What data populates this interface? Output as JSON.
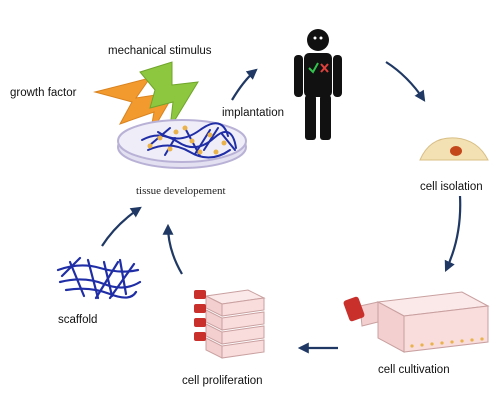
{
  "labels": {
    "mechanical_stimulus": "mechanical stimulus",
    "growth_factor": "growth factor",
    "implantation": "implantation",
    "tissue_development": "tissue developement",
    "cell_isolation": "cell isolation",
    "cell_cultivation": "cell cultivation",
    "cell_proliferation": "cell proliferation",
    "scaffold": "scaffold"
  },
  "colors": {
    "arrow": "#1f3864",
    "growth_bolt": "#f39a2e",
    "mechanical_bolt": "#8dc63f",
    "dish_rim": "#b9b2d6",
    "dish_fill": "#e3e0f1",
    "scaffold_fibers": "#1f2ea6",
    "cells": "#e9b24a",
    "flask_body": "#f9dcdc",
    "flask_cap": "#c9302c",
    "isolated_cell": "#f4e1b3",
    "nucleus": "#c4471b",
    "person": "#111111"
  },
  "icons": [
    "person-icon",
    "petri-dish-icon",
    "lightning-bolt-icon",
    "scaffold-mesh-icon",
    "culture-flask-icon",
    "stacked-flasks-icon",
    "cell-icon"
  ]
}
